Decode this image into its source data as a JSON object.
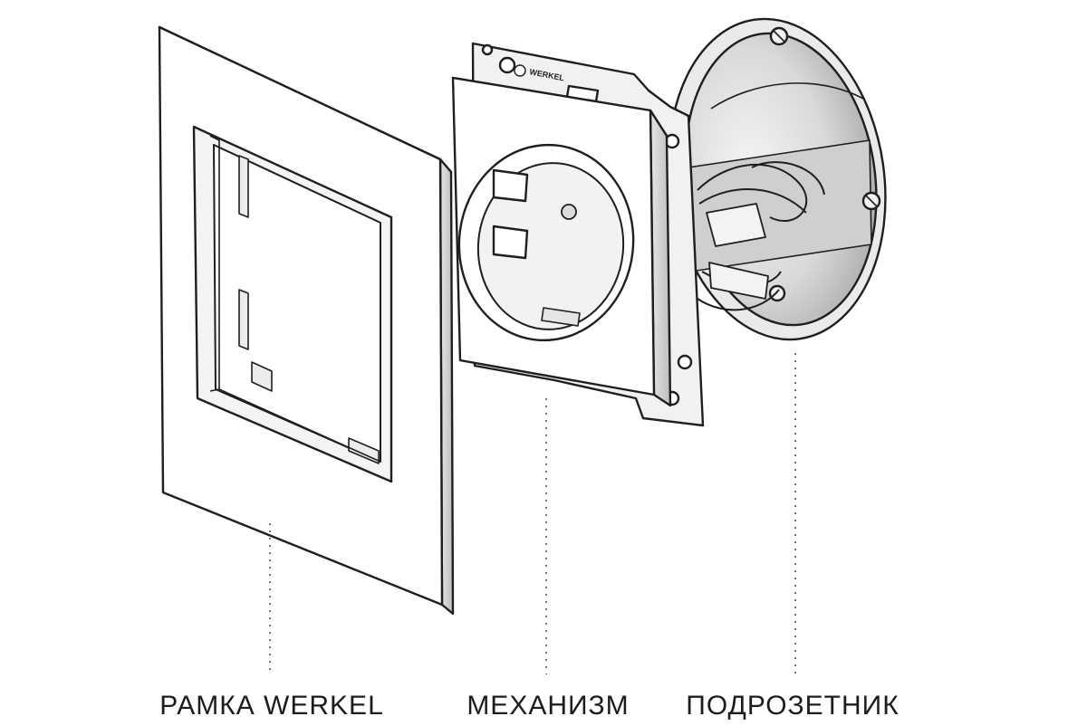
{
  "labels": {
    "frame": "РАМКА WERKEL",
    "mechanism": "МЕХАНИЗМ",
    "box": "ПОДРОЗЕТНИК"
  },
  "brand_mark": "WERKEL",
  "colors": {
    "line": "#1f1f1f",
    "fill": "#ffffff",
    "shade": "#dedede",
    "shade_dark": "#b9b9b9",
    "leader": "#555555"
  }
}
